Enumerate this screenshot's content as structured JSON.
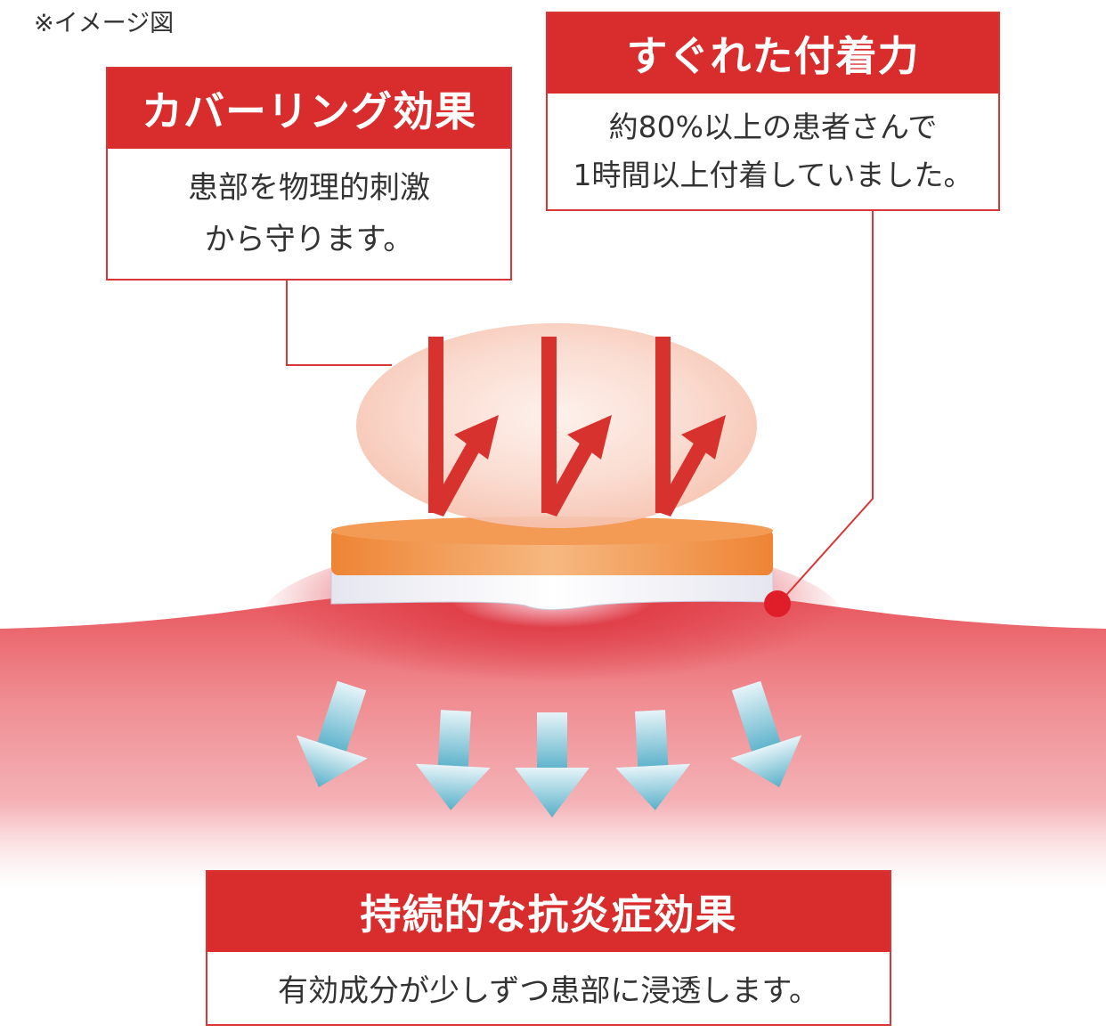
{
  "note": "※イメージ図",
  "covering": {
    "title": "カバーリング効果",
    "lines": [
      "患部を物理的刺激",
      "から守ります。"
    ]
  },
  "adhesion": {
    "title": "すぐれた付着力",
    "lines": [
      "約80%以上の患者さんで",
      "1時間以上付着していました。"
    ]
  },
  "anti_inflammatory": {
    "title": "持続的な抗炎症効果",
    "line": "有効成分が少しずつ患部に浸透します。"
  },
  "colors": {
    "accent_red": "#d92d2d",
    "patch_orange": "#ef8a3e",
    "skin_pink": "#f2a4aa",
    "arrow_blue": "#7fc3d8"
  }
}
